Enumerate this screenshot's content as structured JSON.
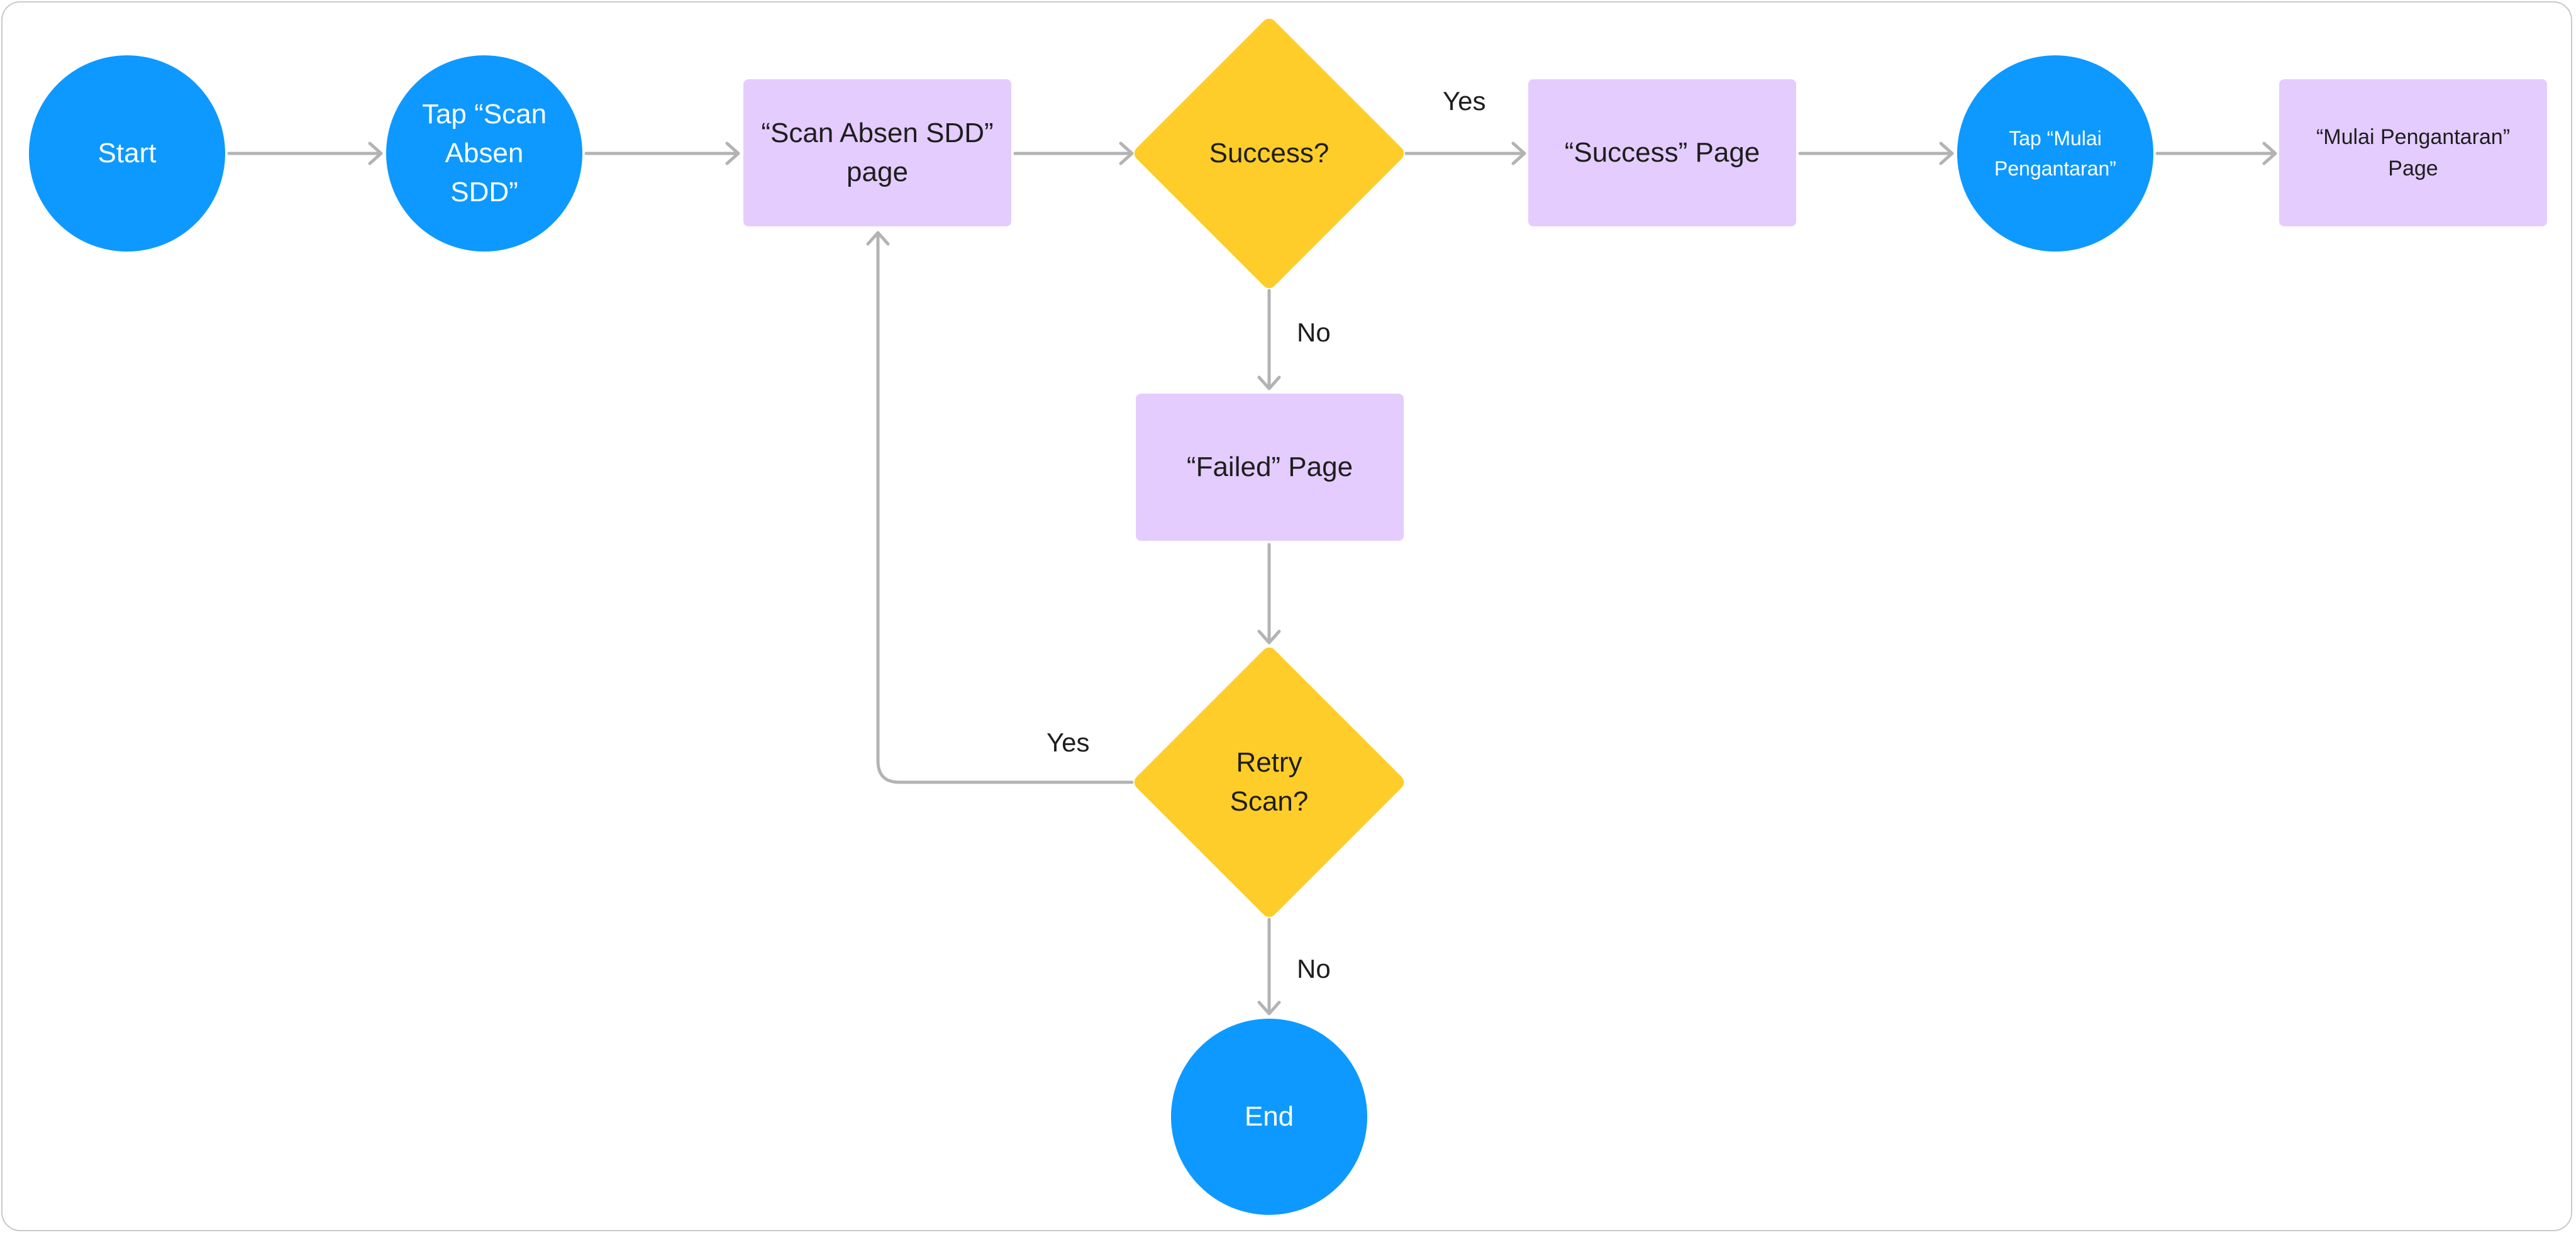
{
  "colors": {
    "terminal_fill": "#0d99ff",
    "process_fill": "#e4ccff",
    "decision_fill": "#ffcd29",
    "connector": "#b3b3b3",
    "text_dark": "#1e1e1e",
    "text_light": "#ffffff"
  },
  "nodes": {
    "start": "Start",
    "tap_scan": "Tap “Scan Absen SDD”",
    "scan_page": "“Scan Absen SDD” page",
    "success_q": "Success?",
    "success_page": "“Success” Page",
    "tap_mulai": "Tap “Mulai Pengantaran”",
    "mulai_page": "“Mulai Pengantaran” Page",
    "failed_page": "“Failed” Page",
    "retry_q": "Retry Scan?",
    "end": "End"
  },
  "edge_labels": {
    "success_yes": "Yes",
    "success_no": "No",
    "retry_yes": "Yes",
    "retry_no": "No"
  }
}
